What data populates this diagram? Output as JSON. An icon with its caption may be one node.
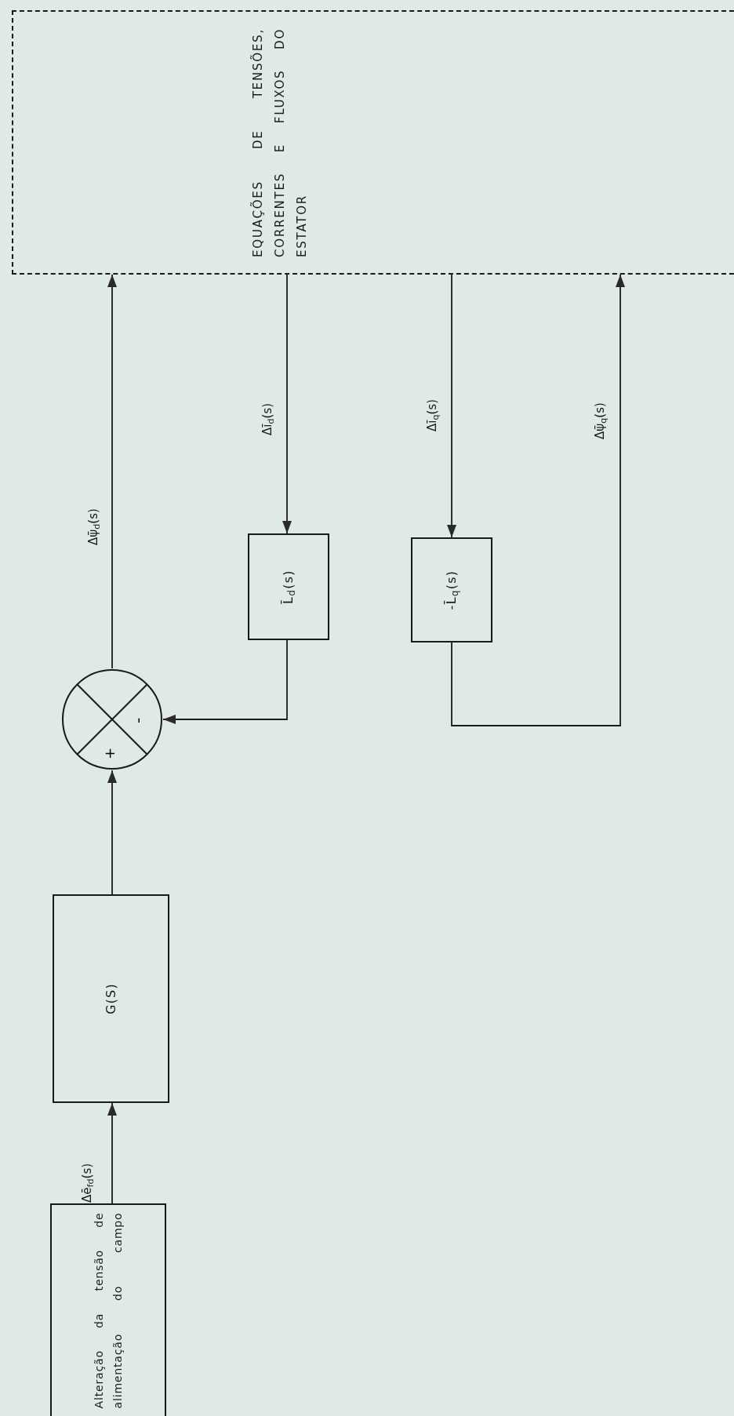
{
  "diagram": {
    "nodes": [
      {
        "text": [
          "Alteração da tensão de alimentação do campo"
        ]
      },
      {
        "text": [
          "G(S)"
        ]
      },
      {
        "text": [
          "+",
          "-"
        ]
      },
      {
        "text": [
          "EQUAÇÕES DE TENSÕES, CORRENTES E FLUXOS DO ESTATOR"
        ]
      },
      {
        "text": [
          "L̄$_{d}$(s)"
        ]
      },
      {
        "text": [
          "-L̄$_{q}$(s)"
        ]
      }
    ],
    "edges": [
      {
        "from": 0,
        "to": 1,
        "arrow": "to",
        "label": "Δē$_{fd}$(s)"
      },
      {
        "from": 1,
        "to": 2,
        "arrow": "to"
      },
      {
        "from": 2,
        "to": 3,
        "arrow": "to",
        "label": "Δψ̄$_{d}$(s)"
      },
      {
        "from": 3,
        "to": 4,
        "arrow": "to",
        "label": "Δī$_{d}$(s)"
      },
      {
        "from": 4,
        "to": 2,
        "arrow": "to"
      },
      {
        "from": 3,
        "to": 5,
        "arrow": "to",
        "label": "Δī$_{q}$(s)"
      },
      {
        "from": 5,
        "to": 3,
        "arrow": "to",
        "label": "Δψ̄$_{q}$(s)"
      }
    ]
  }
}
